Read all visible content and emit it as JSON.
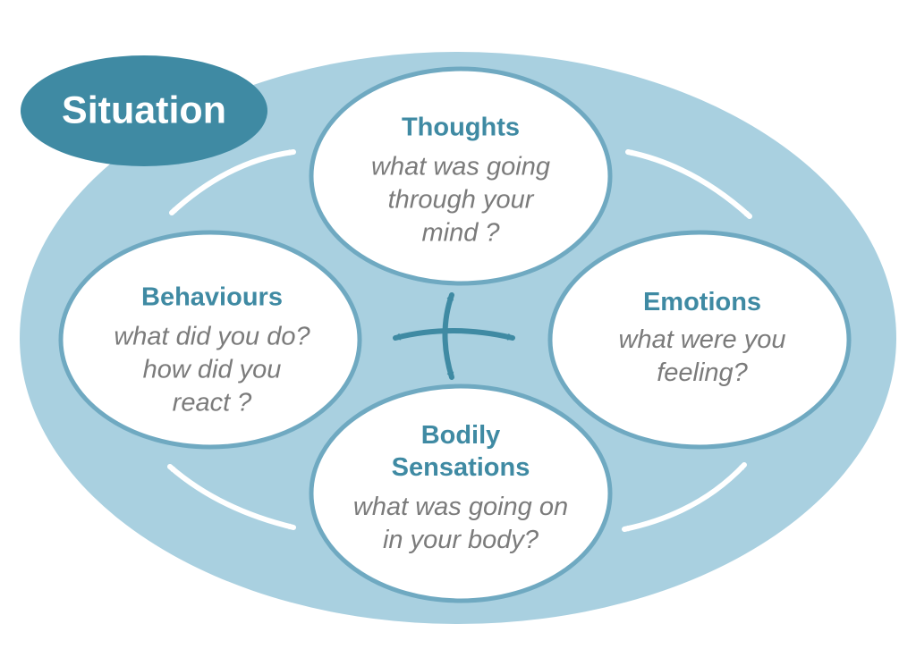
{
  "situation": {
    "label": "Situation"
  },
  "nodes": {
    "thoughts": {
      "title": [
        "Thoughts"
      ],
      "question": [
        "what was going",
        "through your",
        "mind ?"
      ]
    },
    "emotions": {
      "title": [
        "Emotions"
      ],
      "question": [
        "what were you",
        "feeling?"
      ]
    },
    "behaviours": {
      "title": [
        "Behaviours"
      ],
      "question": [
        "what did you do?",
        "how did you",
        "react ?"
      ]
    },
    "bodily": {
      "title": [
        "Bodily",
        "Sensations"
      ],
      "question": [
        "what was going on",
        "in your body?"
      ]
    }
  },
  "colors": {
    "outer_ellipse": "#a9d0e0",
    "situation_badge": "#3f8aa3",
    "node_fill": "#ffffff",
    "node_border": "#6fa9c1",
    "title": "#3f8aa3",
    "question": "#7b7b7b",
    "white_arrow": "#ffffff",
    "center_arrow": "#3f8aa3"
  },
  "icons": {
    "center": "four-way-arrow-icon",
    "connectors": "double-headed-arrow-icon"
  }
}
